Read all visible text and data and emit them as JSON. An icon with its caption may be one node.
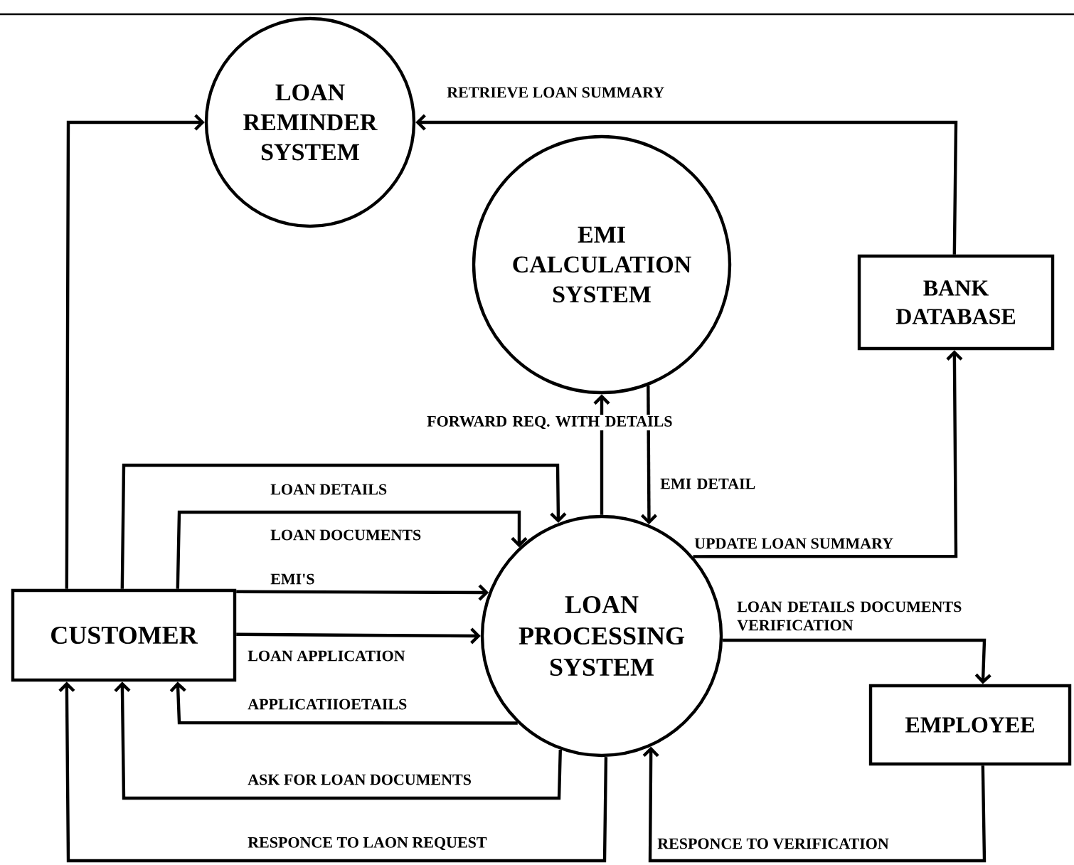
{
  "diagram": {
    "nodes": [
      {
        "text": [
          "LOAN REMINDER SYSTEM"
        ]
      },
      {
        "text": [
          "EMI CALCULATION SYSTEM"
        ]
      },
      {
        "text": [
          "BANK DATABASE"
        ]
      },
      {
        "text": [
          "CUSTOMER"
        ]
      },
      {
        "text": [
          "LOAN PROCESSING SYSTEM"
        ]
      },
      {
        "text": [
          "EMPLOYEE"
        ]
      }
    ],
    "edges": [
      {
        "from": 3,
        "to": 0,
        "arrow": "to"
      },
      {
        "from": 2,
        "to": 0,
        "arrow": "to",
        "label": "RETRIEVE LOAN SUMMARY"
      },
      {
        "from": 4,
        "to": 1,
        "arrow": "to",
        "label": "FORWARD REQ. WITH DETAILS"
      },
      {
        "from": 1,
        "to": 4,
        "arrow": "to",
        "label": "EMI DETAIL"
      },
      {
        "from": 4,
        "to": 2,
        "arrow": "to",
        "label": "UPDATE LOAN SUMMARY"
      },
      {
        "from": 3,
        "to": 4,
        "arrow": "to",
        "label": "LOAN DETAILS"
      },
      {
        "from": 3,
        "to": 4,
        "arrow": "to",
        "label": "LOAN DOCUMENTS"
      },
      {
        "from": 3,
        "to": 4,
        "arrow": "to",
        "label": "EMI'S"
      },
      {
        "from": 3,
        "to": 4,
        "arrow": "to",
        "label": "LOAN APPLICATION"
      },
      {
        "from": 4,
        "to": 3,
        "arrow": "to",
        "label": "APPLICATIIOETAILS"
      },
      {
        "from": 4,
        "to": 3,
        "arrow": "to",
        "label": "ASK FOR LOAN DOCUMENTS"
      },
      {
        "from": 4,
        "to": 5,
        "arrow": "to",
        "label": "LOAN DETAILS DOCUMENTS VERIFICATION"
      },
      {
        "from": 5,
        "to": 4,
        "arrow": "to",
        "label": "RESPONCE TO VERIFICATION"
      },
      {
        "from": 4,
        "to": 3,
        "arrow": "to",
        "label": "RESPONCE TO LAON REQUEST"
      }
    ]
  }
}
